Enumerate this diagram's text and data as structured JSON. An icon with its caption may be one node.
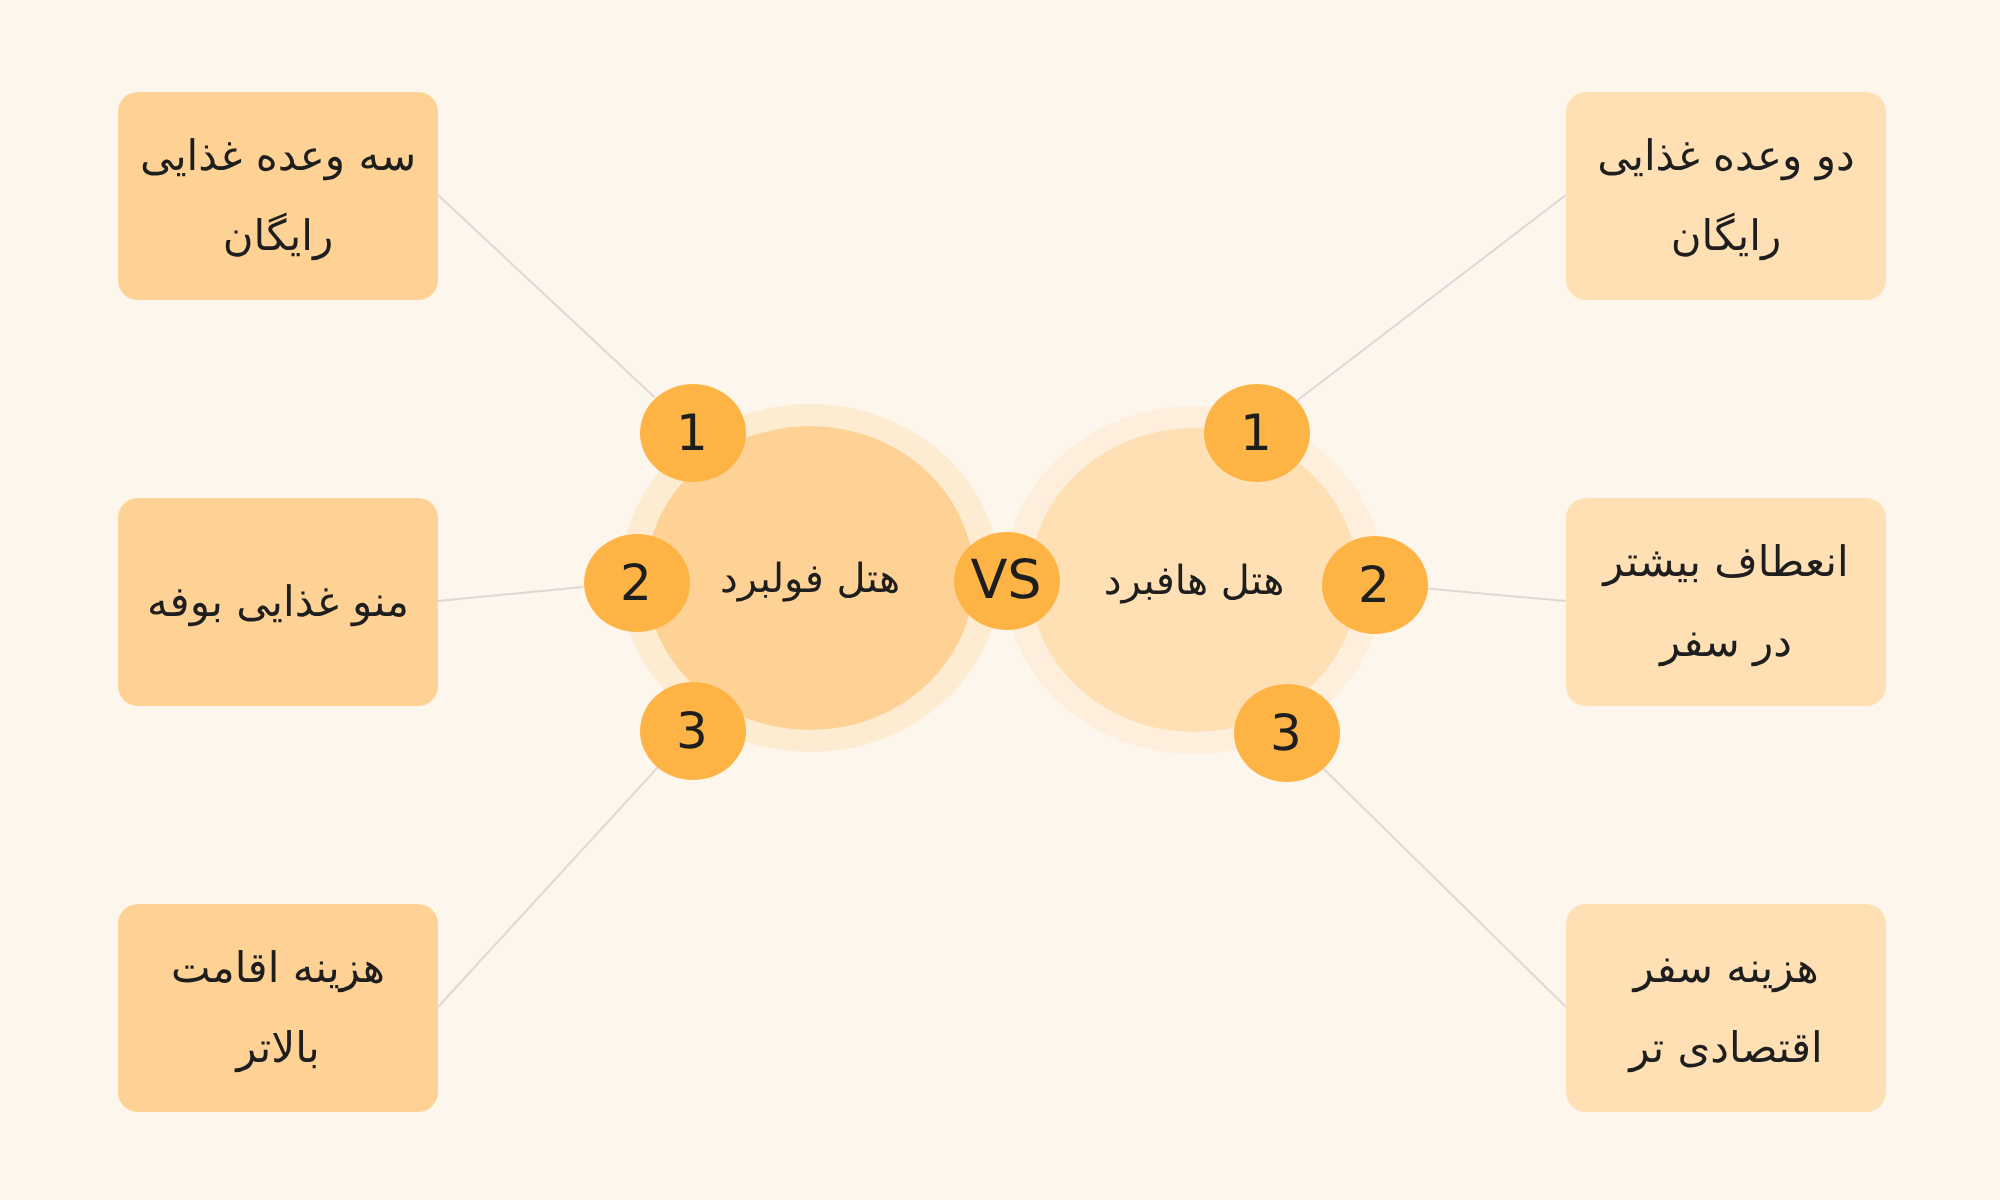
{
  "diagram": {
    "nodes": [
      {
        "text": [
          "هتل فولبرد"
        ]
      },
      {
        "text": [
          "VS"
        ]
      },
      {
        "text": [
          "هتل هافبرد"
        ]
      },
      {
        "text": [
          "1"
        ]
      },
      {
        "text": [
          "2"
        ]
      },
      {
        "text": [
          "3"
        ]
      },
      {
        "text": [
          "1"
        ]
      },
      {
        "text": [
          "2"
        ]
      },
      {
        "text": [
          "3"
        ]
      },
      {
        "text": [
          "سه وعده غذایی رایگان"
        ]
      },
      {
        "text": [
          "منو غذایی بوفه"
        ]
      },
      {
        "text": [
          "هزینه اقامت بالاتر"
        ]
      },
      {
        "text": [
          "دو وعده غذایی رایگان"
        ]
      },
      {
        "text": [
          "انعطاف بیشتر در سفر"
        ]
      },
      {
        "text": [
          "هزینه سفر اقتصادی تر"
        ]
      }
    ],
    "edges": [
      {
        "from": 9,
        "to": 3,
        "arrow": "none"
      },
      {
        "from": 10,
        "to": 4,
        "arrow": "none"
      },
      {
        "from": 11,
        "to": 5,
        "arrow": "none"
      },
      {
        "from": 12,
        "to": 6,
        "arrow": "none"
      },
      {
        "from": 13,
        "to": 7,
        "arrow": "none"
      },
      {
        "from": 14,
        "to": 8,
        "arrow": "none"
      }
    ]
  }
}
